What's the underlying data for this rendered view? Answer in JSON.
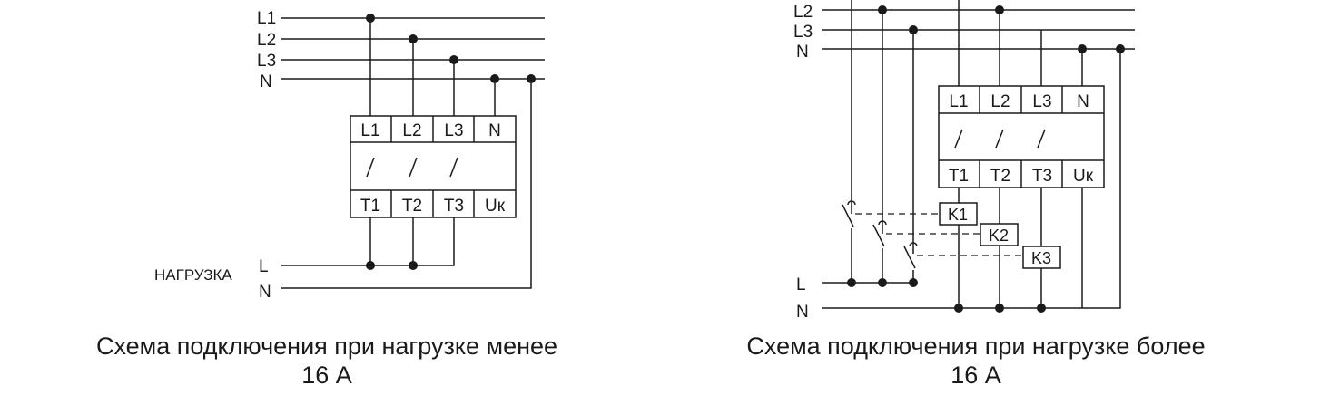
{
  "left": {
    "bus_labels": [
      "L1",
      "L2",
      "L3",
      "N"
    ],
    "top_terminals": [
      "L1",
      "L2",
      "L3",
      "N"
    ],
    "bottom_terminals": [
      "T1",
      "T2",
      "T3",
      "Uк"
    ],
    "load_label": "НАГРУЗКА",
    "load_lines": [
      "L",
      "N"
    ],
    "caption_line1": "Схема подключения при нагрузке менее",
    "caption_line2": "16 А"
  },
  "right": {
    "bus_labels": [
      "L2",
      "L3",
      "N"
    ],
    "top_terminals": [
      "L1",
      "L2",
      "L3",
      "N"
    ],
    "bottom_terminals": [
      "T1",
      "T2",
      "T3",
      "Uк"
    ],
    "contactors": [
      "K1",
      "K2",
      "K3"
    ],
    "load_lines": [
      "L",
      "N"
    ],
    "caption_line1": "Схема подключения при нагрузке более",
    "caption_line2": "16 А"
  }
}
